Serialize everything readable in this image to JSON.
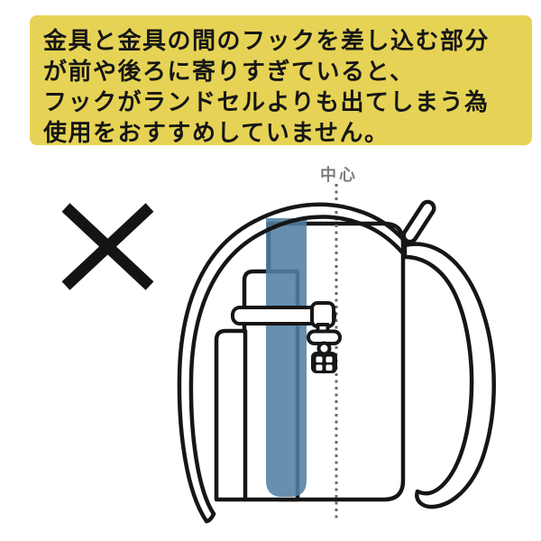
{
  "banner": {
    "bg_color": "#e6d355",
    "text_color": "#161616",
    "lines": [
      "金具と金具の間のフックを差し込む部分",
      "が前や後ろに寄りすぎていると、",
      "フックがランドセルよりも出てしまう為",
      "使用をおすすめしていません。"
    ]
  },
  "diagram": {
    "center_label": "中心",
    "center_label_color": "#7d7d7d",
    "center_line_color": "#6a6a6a",
    "outline_color": "#161616",
    "highlight_color": "#527fa3",
    "x_mark_color": "#141414",
    "x_mark_meaning": "not-recommended",
    "highlighted_area_meaning": "hook insertion area too far forward"
  }
}
